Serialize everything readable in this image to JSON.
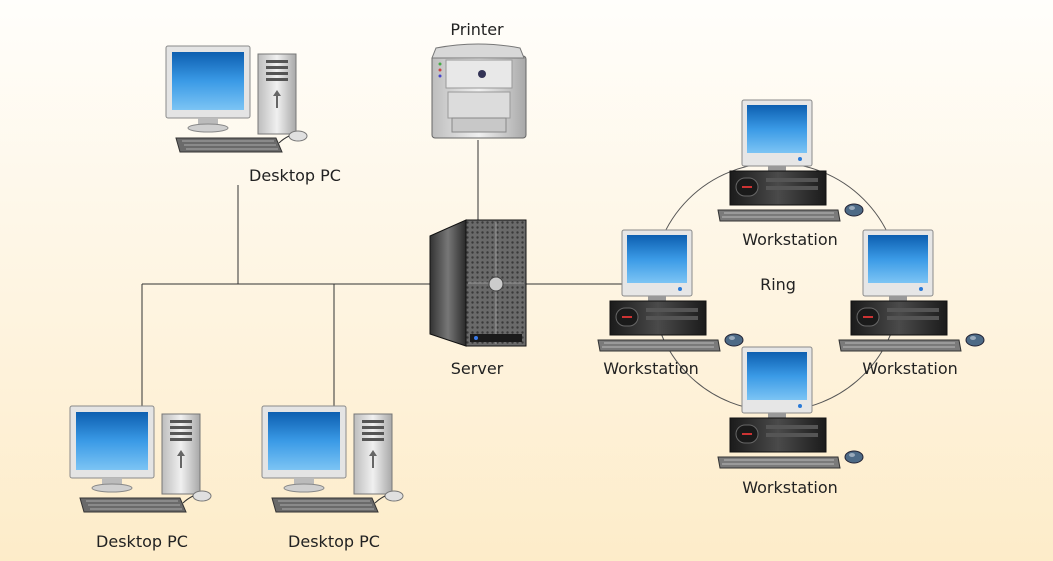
{
  "diagram": {
    "nodes": {
      "printer": {
        "label": "Printer",
        "icon": "printer-icon"
      },
      "server": {
        "label": "Server",
        "icon": "server-tower-icon"
      },
      "desktop_top": {
        "label": "Desktop PC",
        "icon": "desktop-pc-icon"
      },
      "desktop_bottom_left": {
        "label": "Desktop PC",
        "icon": "desktop-pc-icon"
      },
      "desktop_bottom_mid": {
        "label": "Desktop PC",
        "icon": "desktop-pc-icon"
      },
      "ws_top": {
        "label": "Workstation",
        "icon": "workstation-icon"
      },
      "ws_left": {
        "label": "Workstation",
        "icon": "workstation-icon"
      },
      "ws_right": {
        "label": "Workstation",
        "icon": "workstation-icon"
      },
      "ws_bottom": {
        "label": "Workstation",
        "icon": "workstation-icon"
      }
    },
    "ring_label": "Ring",
    "colors": {
      "background_top": "#fffefb",
      "background_bottom": "#fdecc9",
      "line": "#333333",
      "ring": "#555555",
      "screen": "#2f8fd8",
      "case_dark": "#2b2b2b",
      "case_light": "#d4d4d4"
    }
  }
}
